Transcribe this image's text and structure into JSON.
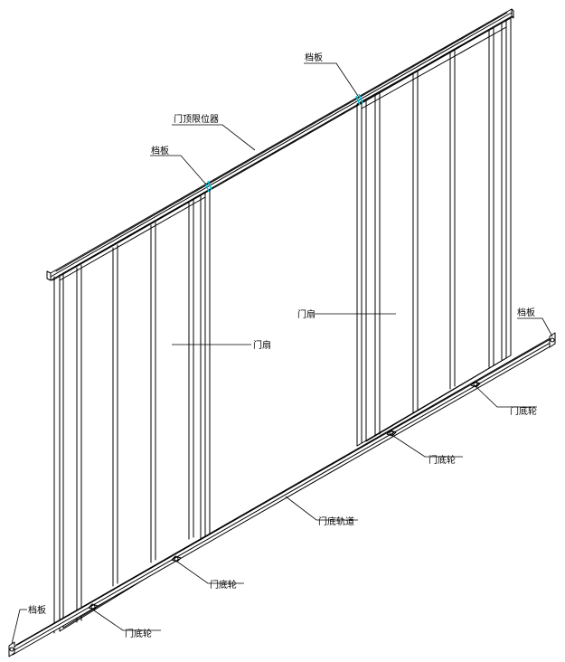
{
  "labels": {
    "stop_plate": "档板",
    "top_limit_bar": "门顶限位器",
    "door_leaf": "门扇",
    "bottom_wheel": "门底轮",
    "bottom_track": "门底轨道"
  },
  "colors": {
    "line": "#000000",
    "stop_highlight": "#00c8e6",
    "background": "#ffffff"
  }
}
